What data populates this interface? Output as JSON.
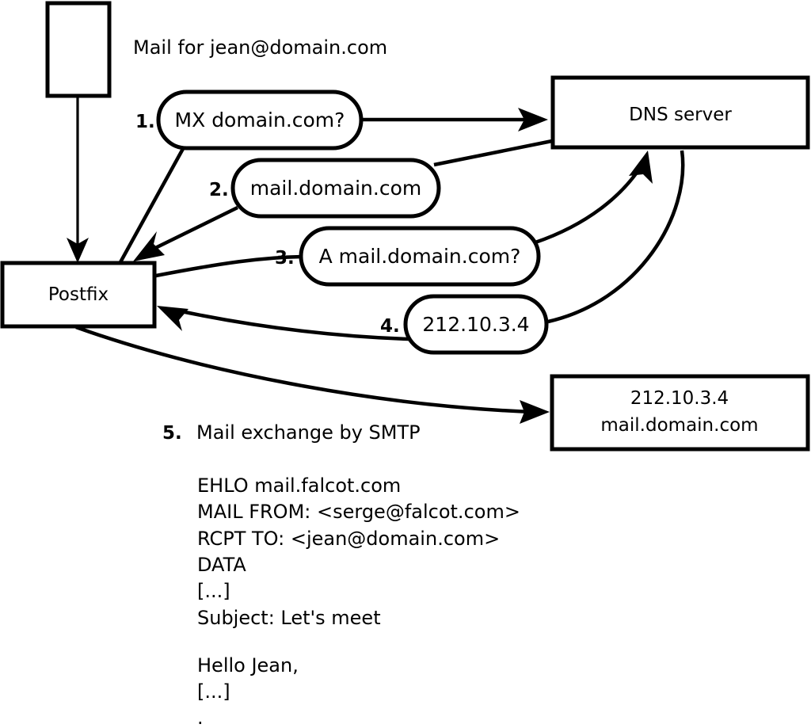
{
  "diagram": {
    "title_caption": "Mail for jean@domain.com",
    "nodes": [
      {
        "id": "sender-box",
        "label": ""
      },
      {
        "id": "postfix-box",
        "label": "Postfix"
      },
      {
        "id": "dns-server-box",
        "label": "DNS server"
      },
      {
        "id": "target-mx-box",
        "line1": "212.10.3.4",
        "line2": "mail.domain.com"
      }
    ],
    "steps": [
      {
        "number": "1.",
        "message": "MX domain.com?"
      },
      {
        "number": "2.",
        "message": "mail.domain.com"
      },
      {
        "number": "3.",
        "message": "A mail.domain.com?"
      },
      {
        "number": "4.",
        "message": "212.10.3.4"
      },
      {
        "number": "5.",
        "message": "Mail exchange by SMTP"
      }
    ],
    "smtp_transcript": [
      "EHLO mail.falcot.com",
      "MAIL FROM: <serge@falcot.com>",
      "RCPT TO: <jean@domain.com>",
      "DATA",
      "[...]",
      "Subject: Let's meet",
      "",
      "Hello Jean,",
      "[...]",
      "."
    ],
    "colors": {
      "stroke": "#000000",
      "fill": "#ffffff"
    }
  }
}
